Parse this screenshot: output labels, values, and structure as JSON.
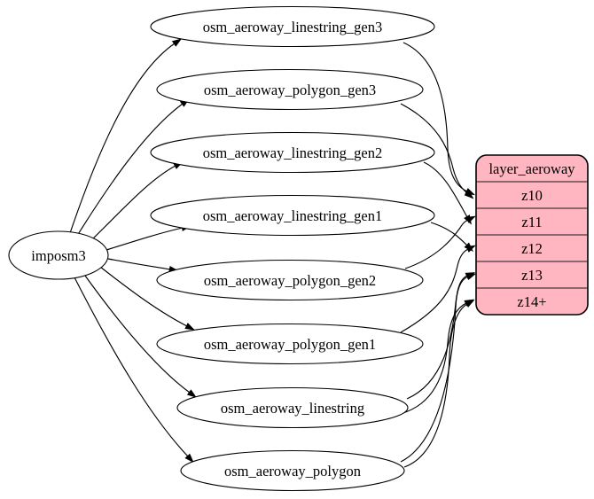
{
  "diagram": {
    "source": {
      "label": "imposm3"
    },
    "tables": [
      {
        "label": "osm_aeroway_linestring_gen3"
      },
      {
        "label": "osm_aeroway_polygon_gen3"
      },
      {
        "label": "osm_aeroway_linestring_gen2"
      },
      {
        "label": "osm_aeroway_linestring_gen1"
      },
      {
        "label": "osm_aeroway_polygon_gen2"
      },
      {
        "label": "osm_aeroway_polygon_gen1"
      },
      {
        "label": "osm_aeroway_linestring"
      },
      {
        "label": "osm_aeroway_polygon"
      }
    ],
    "layer": {
      "title": "layer_aeroway",
      "rows": [
        "z10",
        "z11",
        "z12",
        "z13",
        "z14+"
      ]
    },
    "edges": [
      {
        "from": "imposm3",
        "to": "osm_aeroway_linestring_gen3"
      },
      {
        "from": "imposm3",
        "to": "osm_aeroway_polygon_gen3"
      },
      {
        "from": "imposm3",
        "to": "osm_aeroway_linestring_gen2"
      },
      {
        "from": "imposm3",
        "to": "osm_aeroway_linestring_gen1"
      },
      {
        "from": "imposm3",
        "to": "osm_aeroway_polygon_gen2"
      },
      {
        "from": "imposm3",
        "to": "osm_aeroway_polygon_gen1"
      },
      {
        "from": "imposm3",
        "to": "osm_aeroway_linestring"
      },
      {
        "from": "imposm3",
        "to": "osm_aeroway_polygon"
      },
      {
        "from": "osm_aeroway_linestring_gen3",
        "to": "layer_aeroway:z10"
      },
      {
        "from": "osm_aeroway_polygon_gen3",
        "to": "layer_aeroway:z10"
      },
      {
        "from": "osm_aeroway_linestring_gen2",
        "to": "layer_aeroway:z11"
      },
      {
        "from": "osm_aeroway_polygon_gen2",
        "to": "layer_aeroway:z11"
      },
      {
        "from": "osm_aeroway_linestring_gen1",
        "to": "layer_aeroway:z12"
      },
      {
        "from": "osm_aeroway_polygon_gen1",
        "to": "layer_aeroway:z12"
      },
      {
        "from": "osm_aeroway_linestring",
        "to": "layer_aeroway:z13"
      },
      {
        "from": "osm_aeroway_polygon",
        "to": "layer_aeroway:z13"
      },
      {
        "from": "osm_aeroway_linestring",
        "to": "layer_aeroway:z14+"
      },
      {
        "from": "osm_aeroway_polygon",
        "to": "layer_aeroway:z14+"
      }
    ],
    "colors": {
      "layer_fill": "#ffb6c1",
      "node_fill": "#ffffff",
      "stroke": "#000000"
    }
  }
}
